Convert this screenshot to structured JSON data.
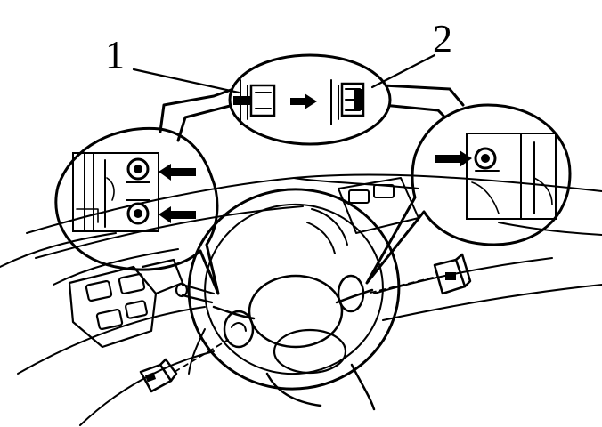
{
  "diagram": {
    "callouts": [
      {
        "id": "1",
        "label": "1"
      },
      {
        "id": "2",
        "label": "2"
      }
    ],
    "stroke_color": "#000000",
    "background": "#ffffff",
    "icons": [
      "arrow-right-icon",
      "arrow-left-icon"
    ]
  }
}
